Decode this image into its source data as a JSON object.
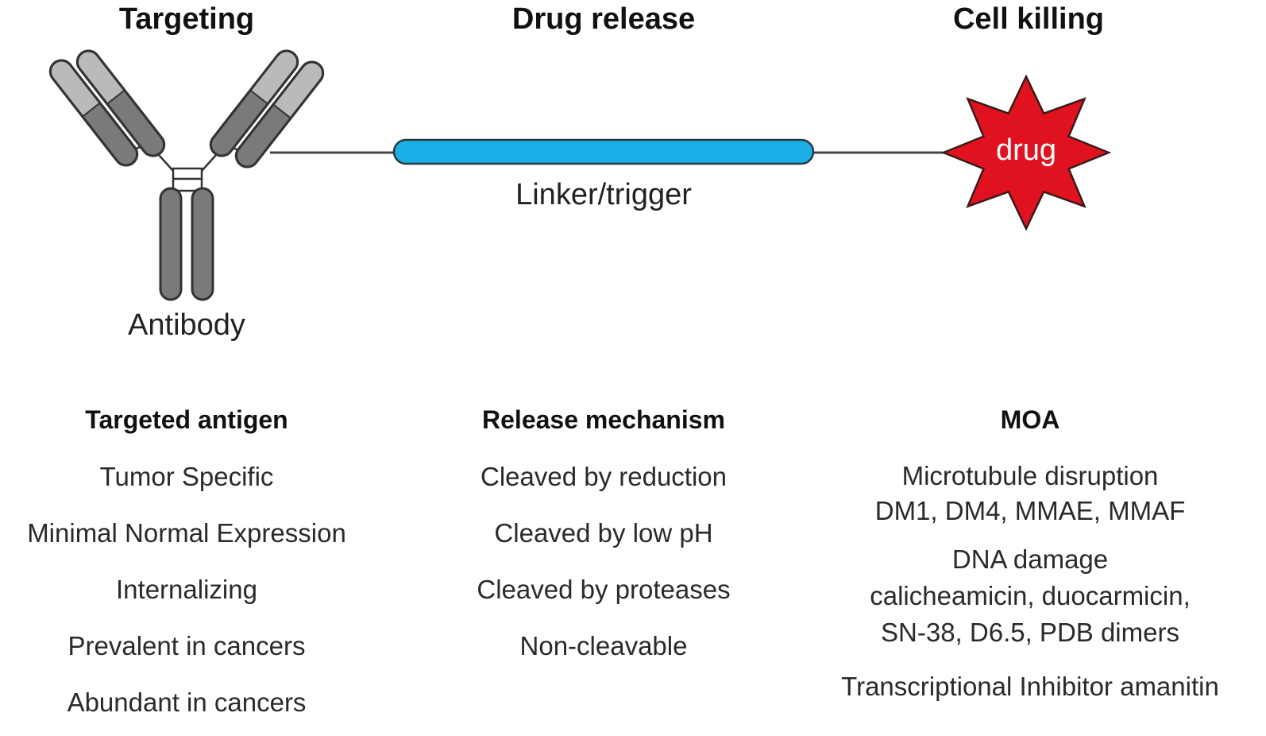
{
  "headers": {
    "targeting": "Targeting",
    "drug_release": "Drug release",
    "cell_killing": "Cell killing"
  },
  "diagram": {
    "antibody_label": "Antibody",
    "linker_label": "Linker/trigger",
    "drug_label": "drug",
    "colors": {
      "linker": "#1aafe6",
      "drug": "#e0121f",
      "antibody_dark": "#7a7a7a",
      "antibody_light": "#b9b9b9",
      "outline": "#333333"
    }
  },
  "columns": {
    "targeted_antigen": {
      "title": "Targeted antigen",
      "items": [
        "Tumor Specific",
        "Minimal Normal Expression",
        "Internalizing",
        "Prevalent in cancers",
        "Abundant in cancers"
      ]
    },
    "release_mechanism": {
      "title": "Release mechanism",
      "items": [
        "Cleaved by reduction",
        "Cleaved by low pH",
        "Cleaved by proteases",
        "Non-cleavable"
      ]
    },
    "moa": {
      "title": "MOA",
      "groups": [
        {
          "line1": "Microtubule disruption",
          "line2": "DM1, DM4, MMAE, MMAF"
        },
        {
          "line1": "DNA damage",
          "line2": "calicheamicin, duocarmicin,",
          "line3": "SN-38, D6.5, PDB dimers"
        },
        {
          "line1": "Transcriptional Inhibitor amanitin"
        }
      ]
    }
  }
}
